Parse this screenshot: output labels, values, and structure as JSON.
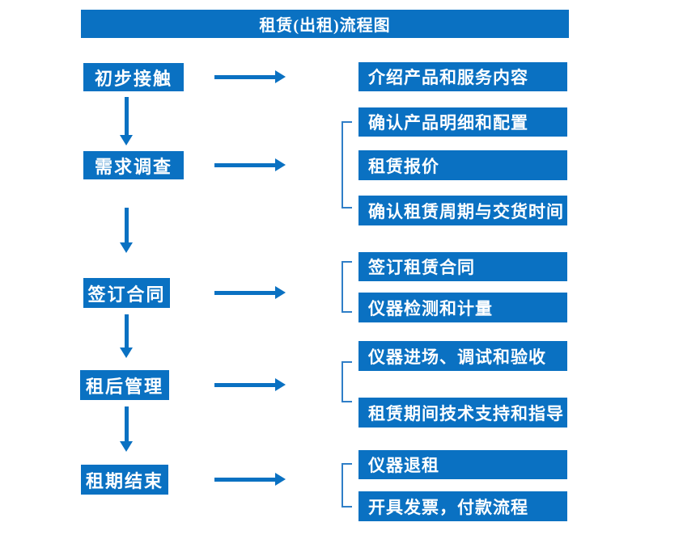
{
  "title": "租赁(出租)流程图",
  "colors": {
    "primary": "#0a71c2",
    "bracket": "#2f7ec7",
    "text_on_primary": "#ffffff",
    "background": "#ffffff"
  },
  "steps": [
    {
      "label": "初步接触",
      "details": [
        "介绍产品和服务内容"
      ]
    },
    {
      "label": "需求调查",
      "details": [
        "确认产品明细和配置",
        "租赁报价",
        "确认租赁周期与交货时间"
      ]
    },
    {
      "label": "签订合同",
      "details": [
        "签订租赁合同",
        "仪器检测和计量"
      ]
    },
    {
      "label": "租后管理",
      "details": [
        "仪器进场、调试和验收",
        "租赁期间技术支持和指导"
      ]
    },
    {
      "label": "租期结束",
      "details": [
        "仪器退租",
        "开具发票，付款流程"
      ]
    }
  ]
}
